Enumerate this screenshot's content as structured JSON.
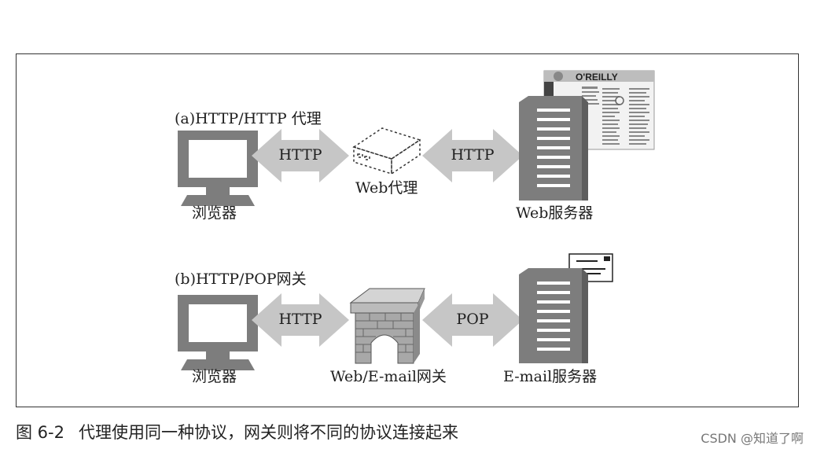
{
  "panel_a": {
    "title": "(a)HTTP/HTTP 代理",
    "client_label": "浏览器",
    "left_arrow_label": "HTTP",
    "middle_label": "Web代理",
    "right_arrow_label": "HTTP",
    "server_label": "Web服务器",
    "web_page_brand": "O'REILLY"
  },
  "panel_b": {
    "title": "(b)HTTP/POP网关",
    "client_label": "浏览器",
    "left_arrow_label": "HTTP",
    "middle_label": "Web/E-mail网关",
    "right_arrow_label": "POP",
    "server_label": "E-mail服务器"
  },
  "caption": {
    "number": "图 6-2",
    "text": "代理使用同一种协议，网关则将不同的协议连接起来"
  },
  "watermark": "CSDN @知道了啊",
  "colors": {
    "device_gray": "#7d7d7d",
    "arrow_gray": "#c8c8c8",
    "frame": "#333333"
  }
}
